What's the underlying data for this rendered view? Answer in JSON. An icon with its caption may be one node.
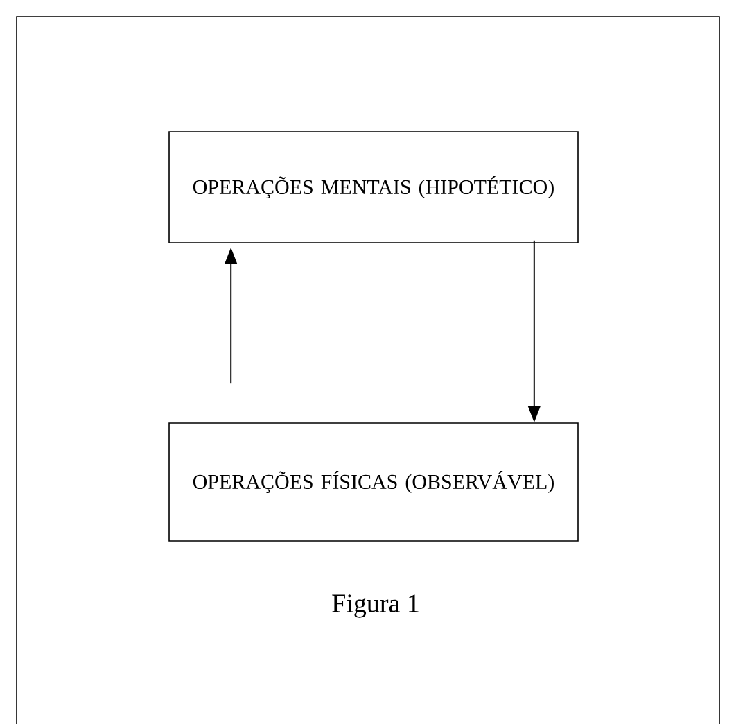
{
  "diagram": {
    "caption": "Figura 1",
    "nodes": [
      {
        "text": [
          "OPERAÇÕES MENTAIS (HIPOTÉTICO)"
        ]
      },
      {
        "text": [
          "OPERAÇÕES FÍSICAS (OBSERVÁVEL)"
        ]
      }
    ],
    "edges": [
      {
        "from": 1,
        "to": 0,
        "arrow": "to"
      },
      {
        "from": 0,
        "to": 1,
        "arrow": "to"
      }
    ]
  }
}
